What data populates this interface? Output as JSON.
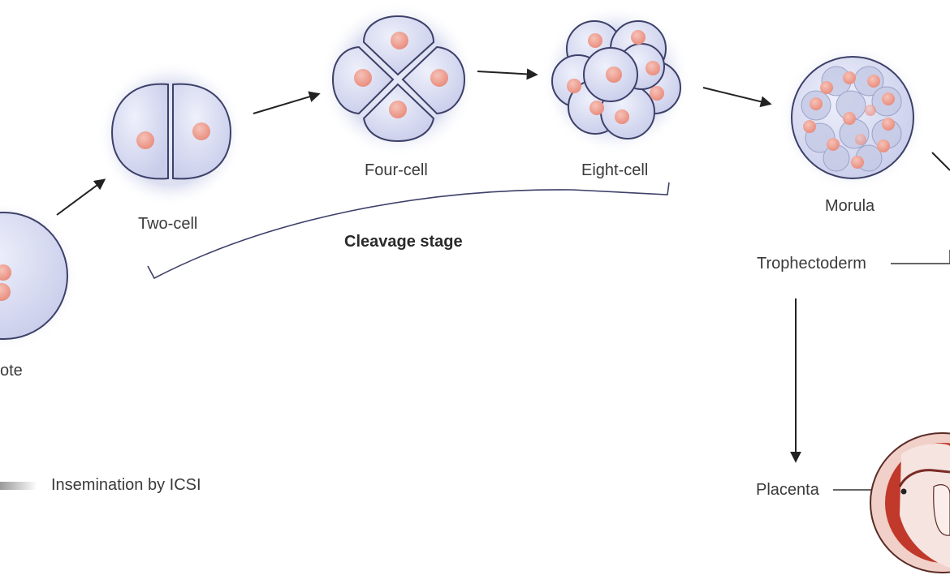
{
  "stages": {
    "zygote": "ote",
    "two_cell": "Two-cell",
    "four_cell": "Four-cell",
    "eight_cell": "Eight-cell",
    "morula": "Morula"
  },
  "brackets": {
    "cleavage": "Cleavage stage"
  },
  "lineage": {
    "trophectoderm": "Trophectoderm",
    "placenta": "Placenta"
  },
  "legend": {
    "icsi": "Insemination by ICSI"
  },
  "colors": {
    "halo": "#dfe2f2",
    "cell_fill": "#d4d8ef",
    "cell_stroke": "#3d4068",
    "nucleus": "#ef9d8f",
    "arrow": "#222222",
    "uterus_wall": "#c0392b"
  }
}
